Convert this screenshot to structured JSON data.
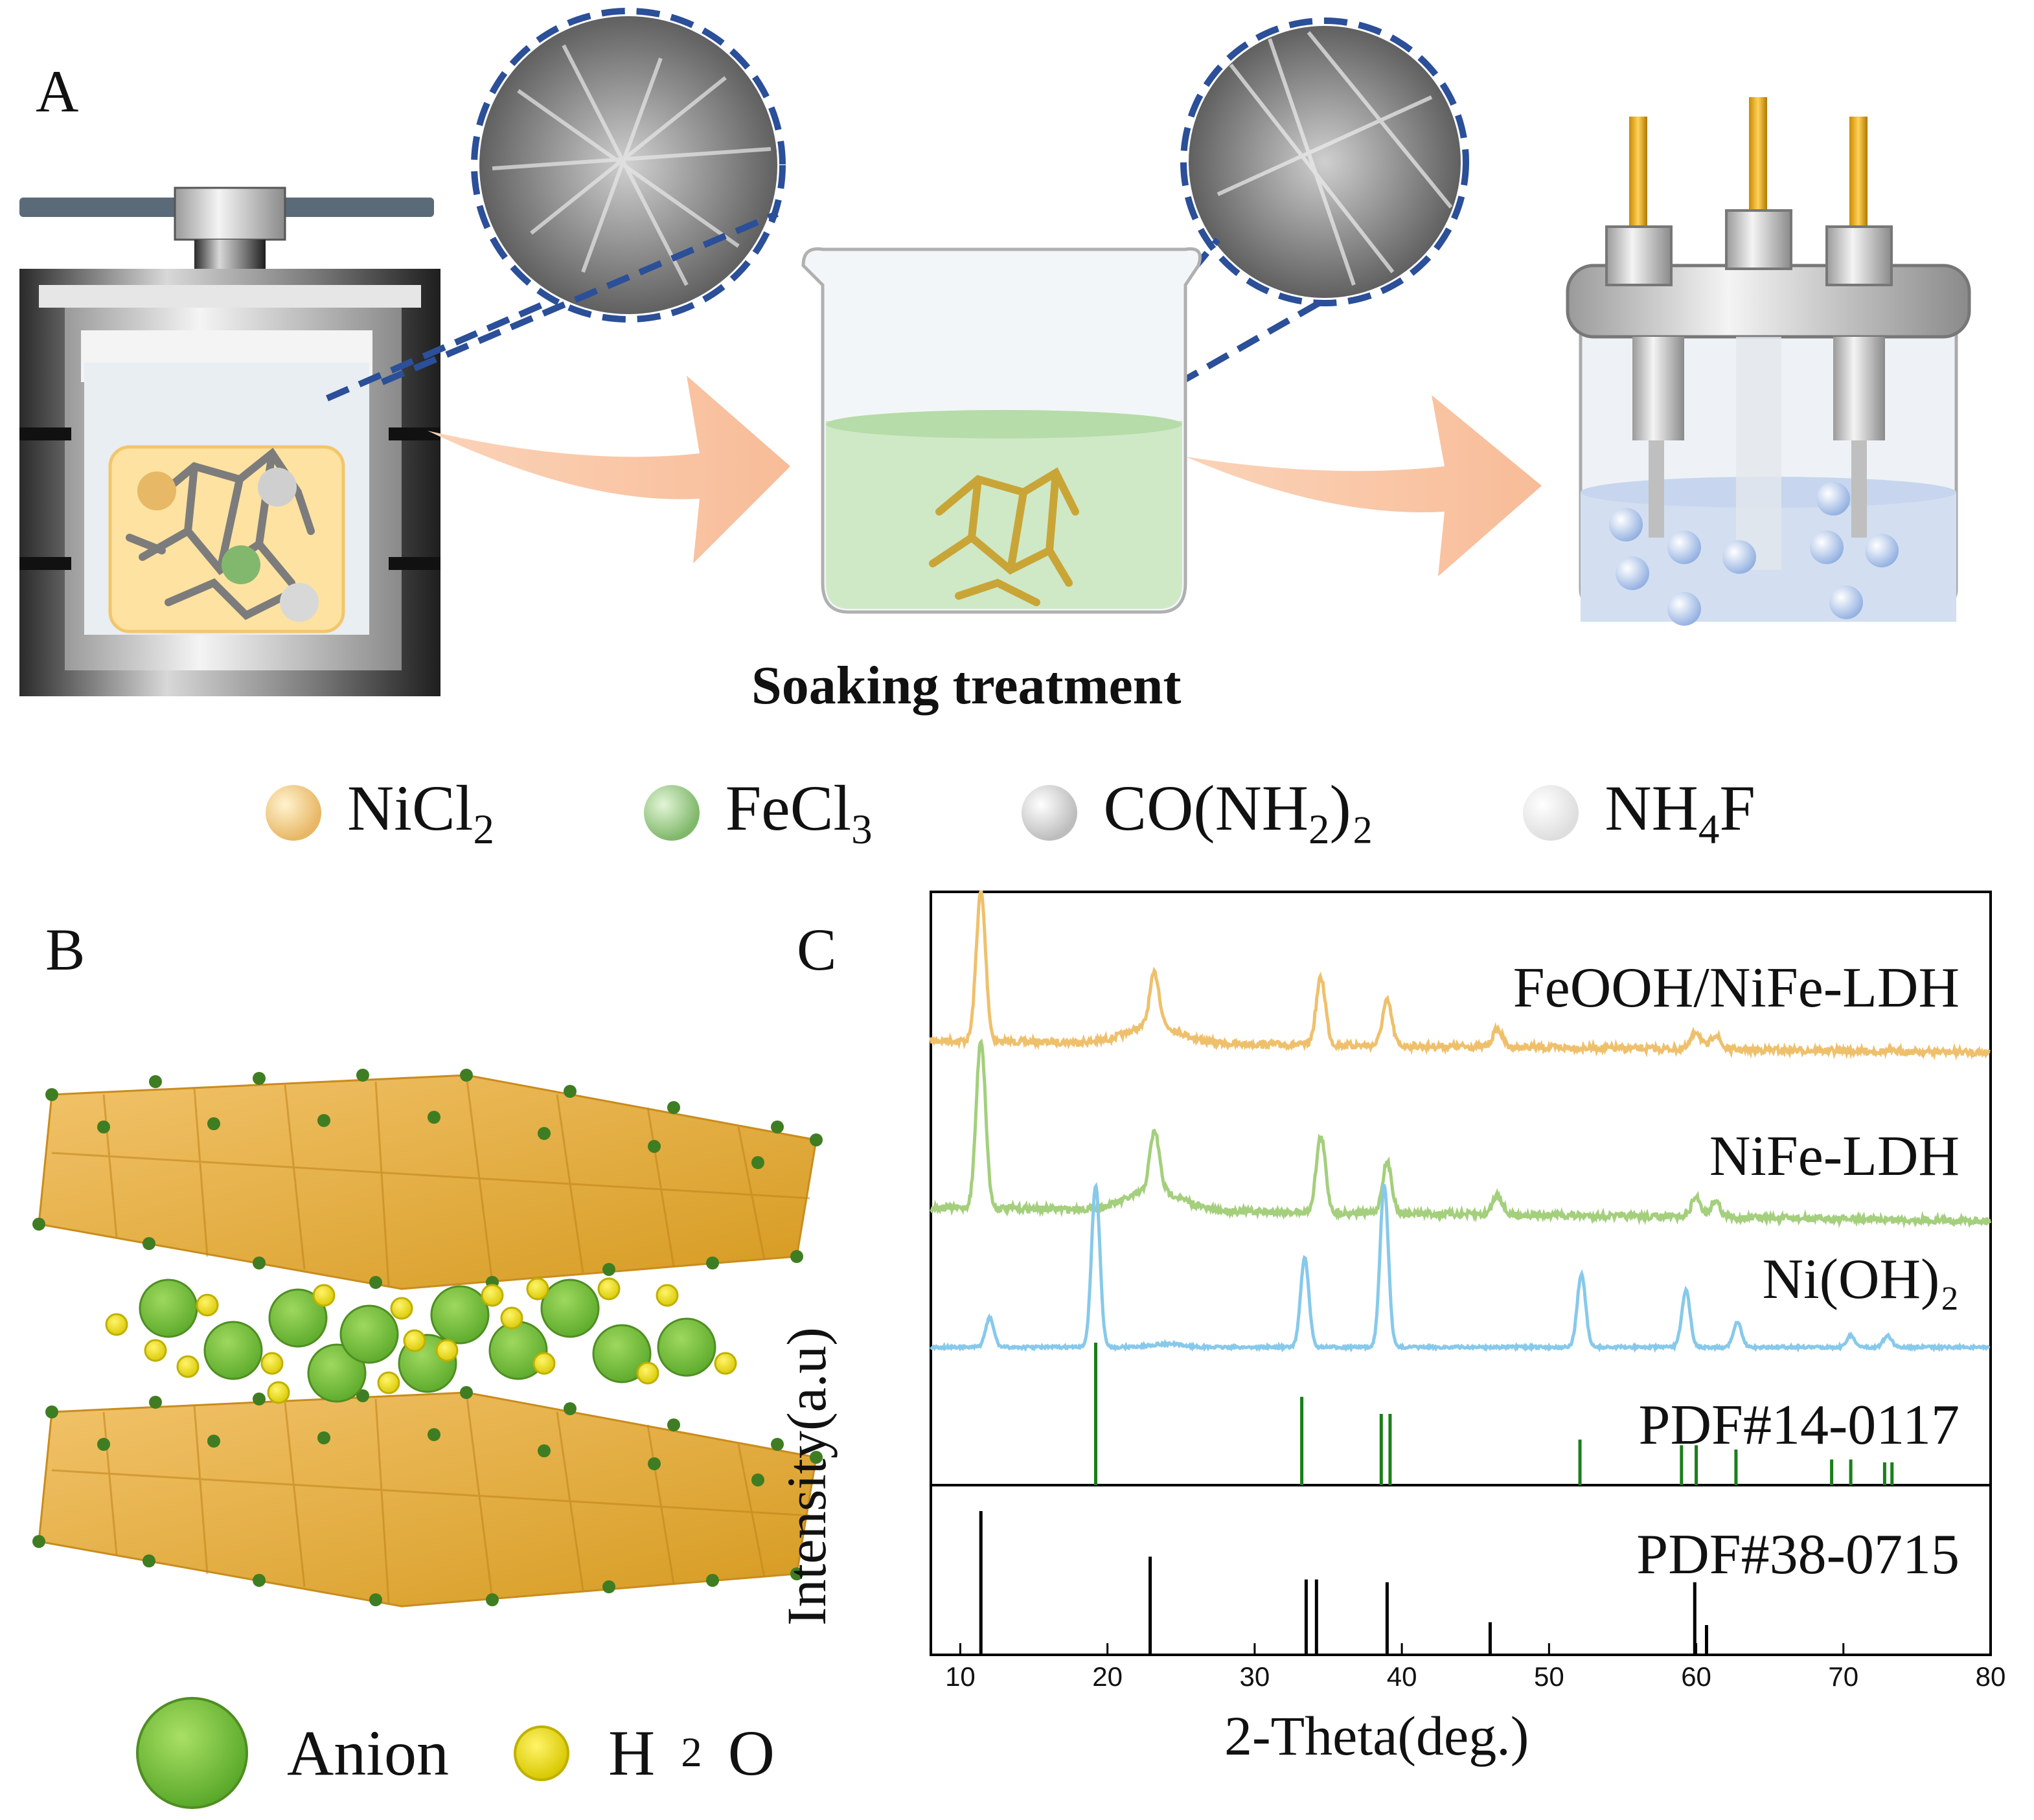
{
  "panel_a": {
    "letter": "A",
    "caption": "Soaking treatment",
    "legend": [
      {
        "name": "NiCl",
        "sub": "2",
        "post": "",
        "color": "#e8b765"
      },
      {
        "name": "FeCl",
        "sub": "3",
        "post": "",
        "color": "#7fb86a"
      },
      {
        "name": "CO(NH",
        "sub": "2",
        "post": ")₂",
        "color": "#bdbdbd"
      },
      {
        "name": "NH",
        "sub": "4",
        "post": "F",
        "color": "#dedede"
      }
    ]
  },
  "panel_b": {
    "letter": "B",
    "legend": [
      {
        "label": "Anion",
        "color": "#7cc242"
      },
      {
        "label_pre": "H",
        "label_sub": "2",
        "label_post": "O",
        "color": "#e6e000"
      }
    ]
  },
  "panel_c": {
    "letter": "C",
    "colors": {
      "feooh": "#efc06c",
      "nife": "#a4cf7c",
      "nioh": "#87c9ea",
      "ref1": "#1a7f1a",
      "ref2": "#000000"
    },
    "chart_data": {
      "type": "line",
      "xlabel": "2-Theta(deg.)",
      "ylabel": "Intensity(a.u)",
      "xlim": [
        8,
        80
      ],
      "xticks": [
        10,
        20,
        30,
        40,
        50,
        60,
        70,
        80
      ],
      "series": [
        {
          "name": "FeOOH/NiFe-LDH",
          "peaks": [
            [
              11.4,
              1.0
            ],
            [
              23.2,
              0.35
            ],
            [
              34.5,
              0.45
            ],
            [
              39.0,
              0.3
            ],
            [
              46.5,
              0.12
            ],
            [
              60.0,
              0.12
            ],
            [
              61.3,
              0.1
            ]
          ]
        },
        {
          "name": "NiFe-LDH",
          "peaks": [
            [
              11.4,
              1.0
            ],
            [
              23.2,
              0.35
            ],
            [
              34.5,
              0.45
            ],
            [
              39.0,
              0.3
            ],
            [
              46.5,
              0.12
            ],
            [
              60.0,
              0.12
            ],
            [
              61.3,
              0.1
            ]
          ]
        },
        {
          "name": "Ni(OH)₂",
          "peaks": [
            [
              12.0,
              0.18
            ],
            [
              19.2,
              1.0
            ],
            [
              33.4,
              0.55
            ],
            [
              38.8,
              1.0
            ],
            [
              52.2,
              0.45
            ],
            [
              59.3,
              0.35
            ],
            [
              62.8,
              0.15
            ],
            [
              70.5,
              0.07
            ],
            [
              73.0,
              0.07
            ]
          ]
        }
      ],
      "references": [
        {
          "name": "PDF#14-0117",
          "lines": [
            [
              19.2,
              1.0
            ],
            [
              33.2,
              0.62
            ],
            [
              38.6,
              0.5
            ],
            [
              39.2,
              0.5
            ],
            [
              52.1,
              0.32
            ],
            [
              59.0,
              0.28
            ],
            [
              60.0,
              0.28
            ],
            [
              62.7,
              0.25
            ],
            [
              69.2,
              0.18
            ],
            [
              70.5,
              0.18
            ],
            [
              72.8,
              0.16
            ],
            [
              73.3,
              0.16
            ]
          ]
        },
        {
          "name": "PDF#38-0715",
          "lines": [
            [
              11.4,
              1.0
            ],
            [
              22.9,
              0.68
            ],
            [
              33.5,
              0.52
            ],
            [
              34.2,
              0.52
            ],
            [
              39.0,
              0.5
            ],
            [
              46.0,
              0.22
            ],
            [
              59.9,
              0.5
            ],
            [
              60.7,
              0.2
            ]
          ]
        }
      ]
    }
  }
}
